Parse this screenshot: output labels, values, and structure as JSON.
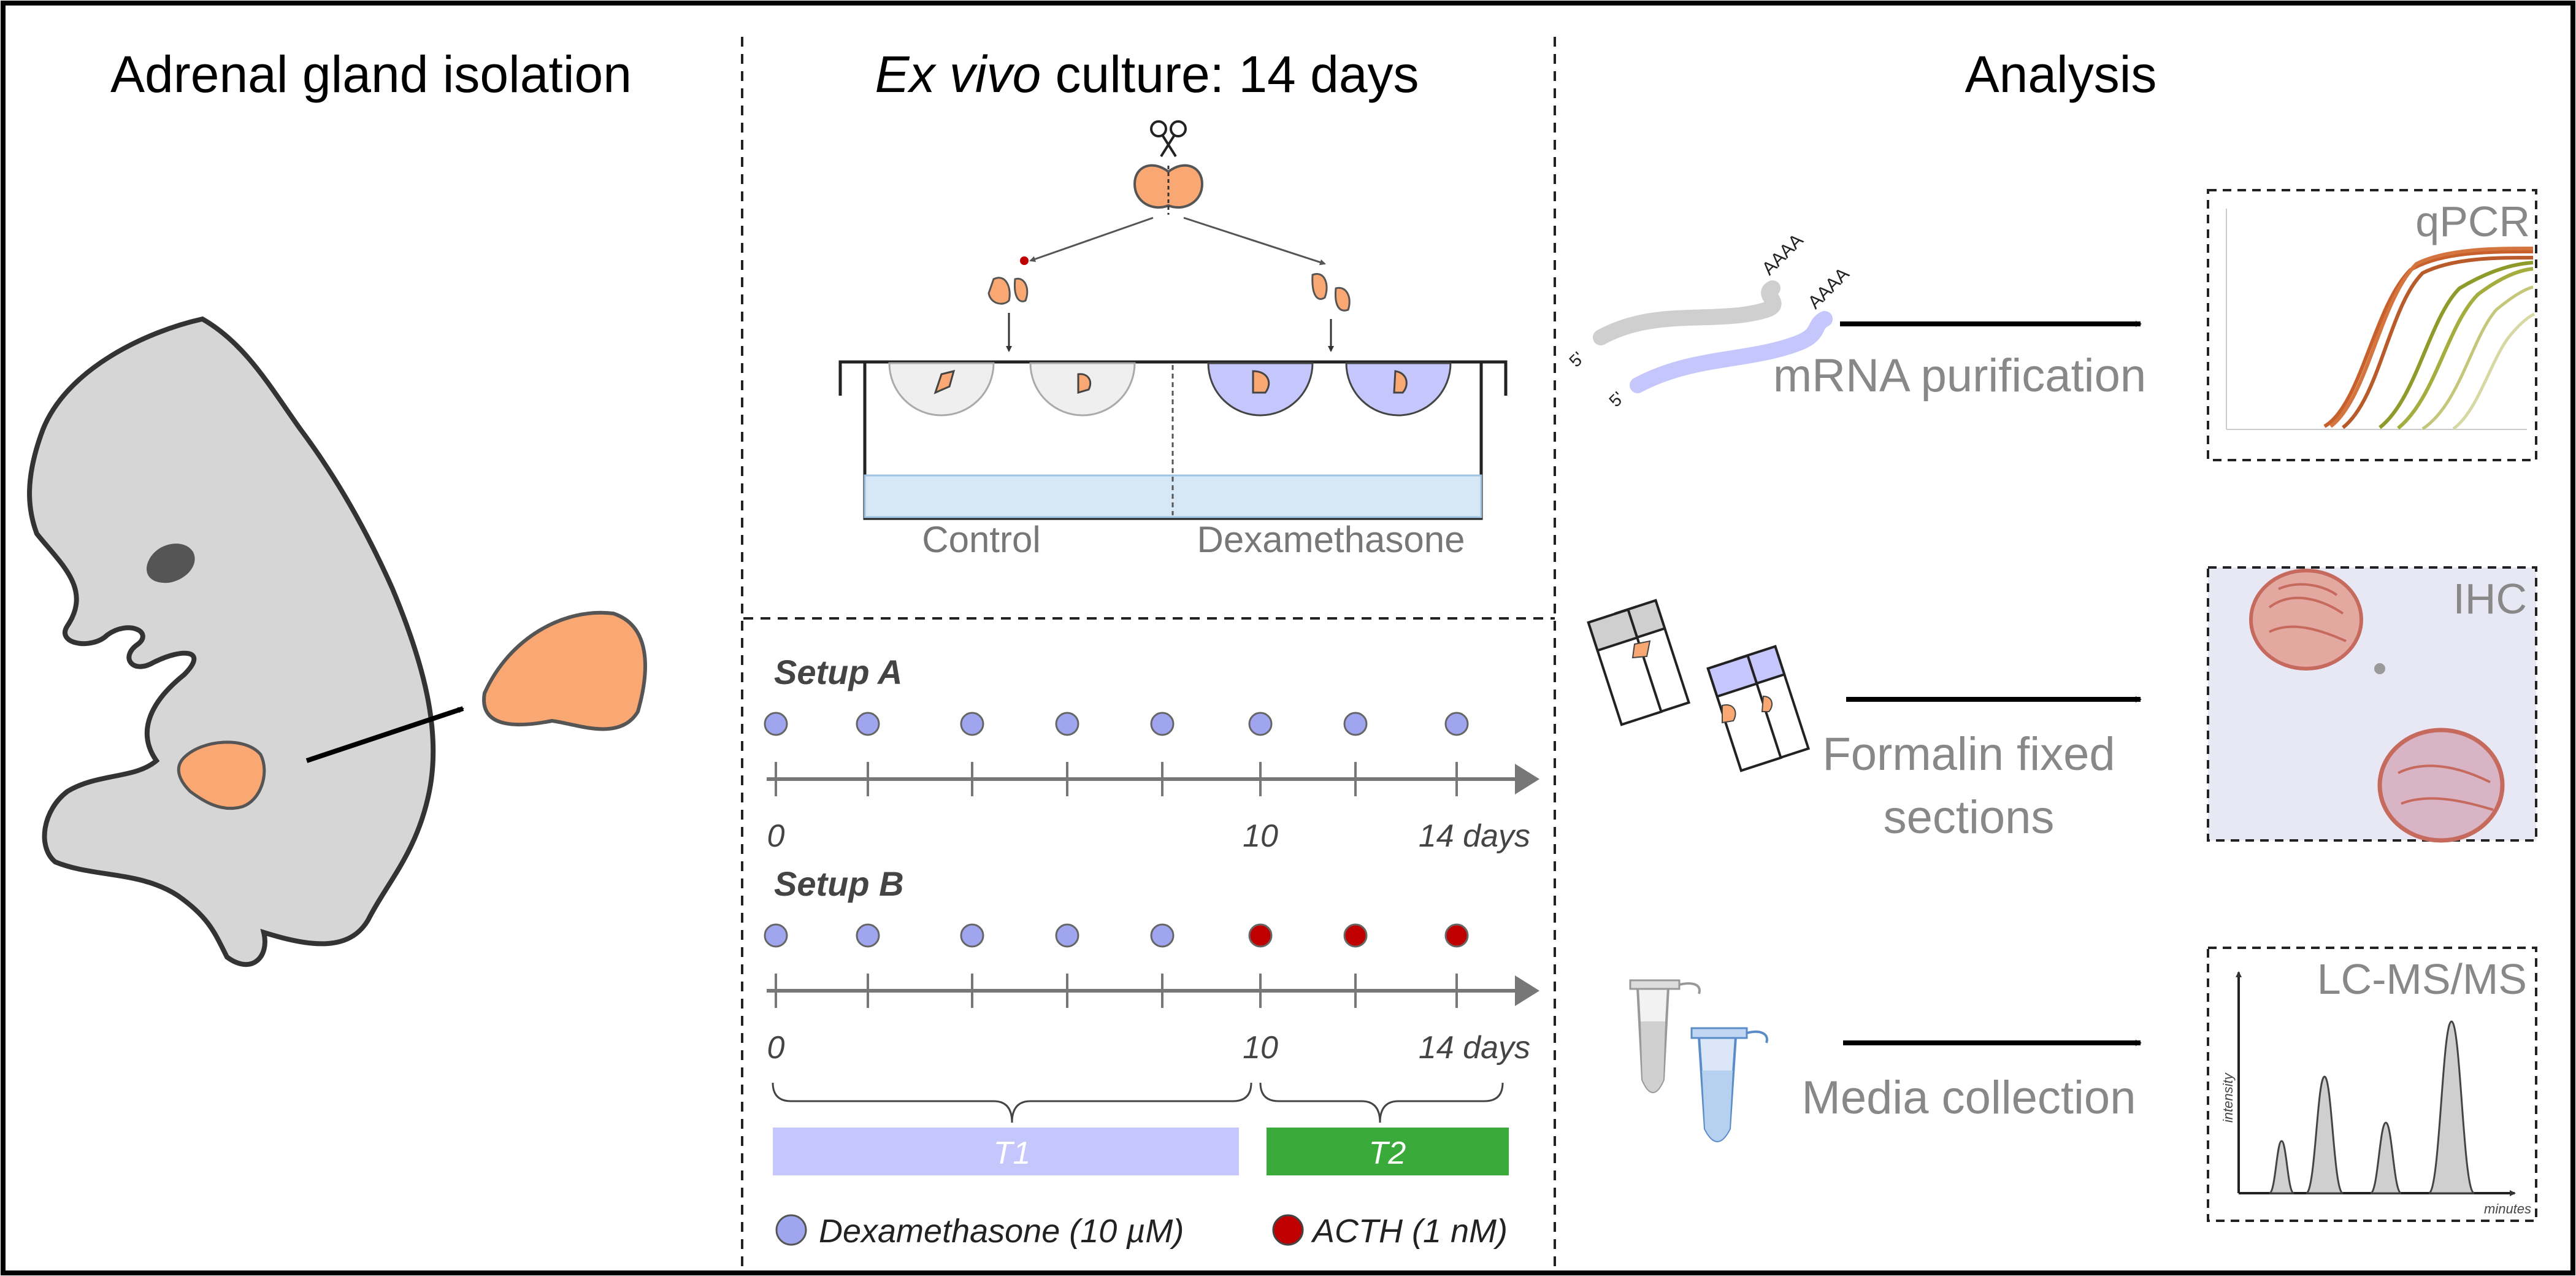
{
  "panels": {
    "isolation_title": "Adrenal gland isolation",
    "culture_title_italic": "Ex vivo",
    "culture_title_rest": " culture: 14 days",
    "analysis_title": "Analysis"
  },
  "culture": {
    "control_label": "Control",
    "dex_label": "Dexamethasone"
  },
  "setups": [
    {
      "label": "Setup A",
      "treatments": [
        "dex",
        "dex",
        "dex",
        "dex",
        "dex",
        "dex",
        "dex",
        "dex"
      ],
      "tick_days": [
        0,
        10,
        "14 days"
      ]
    },
    {
      "label": "Setup B",
      "treatments": [
        "dex",
        "dex",
        "dex",
        "dex",
        "dex",
        "acth",
        "acth",
        "acth"
      ],
      "tick_days": [
        0,
        10,
        "14 days"
      ]
    }
  ],
  "phases": {
    "t1": "T1",
    "t2": "T2"
  },
  "legend": {
    "dex": "Dexamethasone (10 µM)",
    "acth": "ACTH (1 nM)"
  },
  "analysis": {
    "rna": {
      "five_prime": "5'",
      "polya": "AAAA",
      "label": "mRNA purification",
      "result": "qPCR"
    },
    "sections": {
      "label_line1": "Formalin fixed",
      "label_line2": "sections",
      "result": "IHC"
    },
    "media": {
      "label": "Media collection",
      "result": "LC-MS/MS",
      "y_axis": "intensity",
      "x_axis": "minutes"
    }
  },
  "colors": {
    "dex": "#9fa5ef",
    "acth": "#c00000",
    "adrenal": "#f9a773",
    "embryo": "#d6d6d6",
    "t1_bar": "#c5c6fb",
    "t2_bar": "#3aaa3a",
    "medium": "#d6e7f5"
  }
}
